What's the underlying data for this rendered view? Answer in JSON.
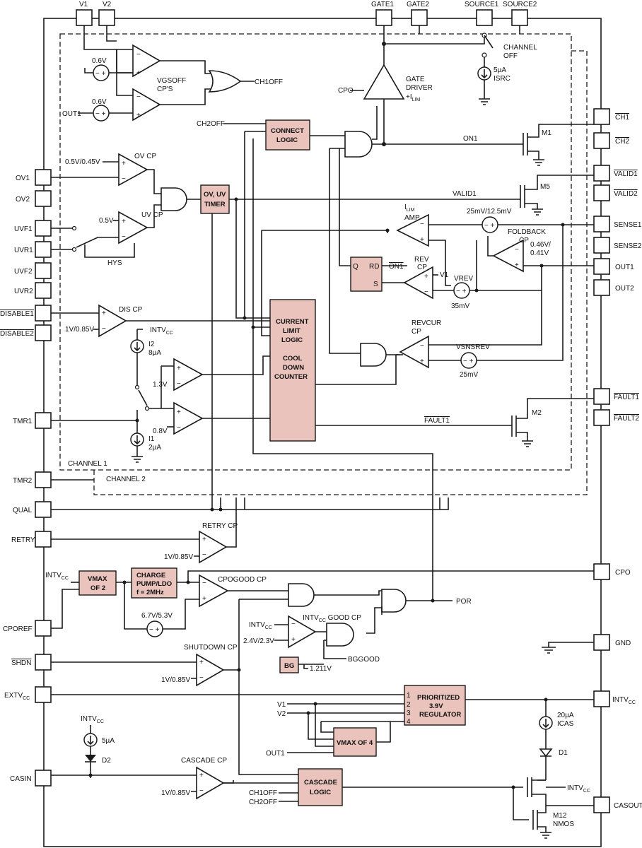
{
  "colors": {
    "block_fill": "#e9c3bc",
    "line": "#1a1a1a"
  },
  "pins": {
    "top": [
      "V1",
      "V2",
      "GATE1",
      "GATE2",
      "SOURCE1",
      "SOURCE2"
    ],
    "left": [
      "OV1",
      "OV2",
      "UVF1",
      "UVR1",
      "UVF2",
      "UVR2",
      "DISABLE1",
      "DISABLE2",
      "TMR1",
      "TMR2",
      "QUAL",
      "RETRY",
      "CPOREF",
      "SHDN",
      "EXTVCC",
      "CASIN"
    ],
    "right": [
      "CH1",
      "CH2",
      "VALID1",
      "VALID2",
      "SENSE1",
      "SENSE2",
      "OUT1",
      "OUT2",
      "FAULT1",
      "FAULT2",
      "CPO",
      "GND",
      "INTVCC",
      "CASOUT"
    ]
  },
  "blocks": {
    "connect_logic": [
      "CONNECT",
      "LOGIC"
    ],
    "ov_uv_timer": [
      "OV, UV",
      "TIMER"
    ],
    "current_limit": [
      "CURRENT",
      "LIMIT",
      "LOGIC",
      "",
      "COOL",
      "DOWN",
      "COUNTER"
    ],
    "rs_latch": {
      "q": "Q",
      "rd": "RD",
      "s": "S"
    },
    "vmax2": [
      "VMAX",
      "OF 2"
    ],
    "charge_pump": [
      "CHARGE",
      "PUMP/LDO",
      "f = 2MHz"
    ],
    "bg": "BG",
    "regulator": [
      "PRIORITIZED",
      "3.9V",
      "REGULATOR"
    ],
    "regulator_inputs": [
      "1",
      "2",
      "3",
      "4"
    ],
    "vmax4": "VMAX OF 4",
    "cascade_logic": [
      "CASCADE",
      "LOGIC"
    ]
  },
  "labels": {
    "v06a": "0.6V",
    "v06b": "0.6V",
    "out1_in": "OUT1",
    "vgsoff": [
      "VGSOFF",
      "CP'S"
    ],
    "ch1off": "CH1OFF",
    "ch2off": "CH2OFF",
    "gate_driver": [
      "GATE",
      "DRIVER"
    ],
    "ilim_sym": "+I",
    "ilim_sub": "LIM",
    "cpo_in": "CPO",
    "channel_off": [
      "CHANNEL",
      "OFF"
    ],
    "isrc": [
      "5µA",
      "ISRC"
    ],
    "ov_v": "0.5V/0.45V",
    "ov_cp": "OV CP",
    "uv_v": "0.5V",
    "uv_cp": "UV CP",
    "hys": "HYS",
    "on1": "ON1",
    "m1": "M1",
    "valid1": "VALID1",
    "m5": "M5",
    "ilim_amp_a": "I",
    "ilim_amp_b": "LIM",
    "ilim_amp_c": "AMP",
    "sense_v": "25mV/12.5mV",
    "foldback": [
      "FOLDBACK",
      "CP"
    ],
    "fold_v": [
      "0.46V/",
      "0.41V"
    ],
    "on1_bar": "ON1",
    "rev_cp": [
      "REV",
      "CP"
    ],
    "rev_v1": "V1",
    "vrev": "VREV",
    "rev_mv": "35mV",
    "dis_cp": "DIS CP",
    "dis_v": "1V/0.85V",
    "intvcc": "INTV",
    "intvcc_sub": "CC",
    "i2": [
      "I2",
      "8µA"
    ],
    "v13": "1.3V",
    "v08": "0.8V",
    "i1": [
      "I1",
      "2µA"
    ],
    "revcur": [
      "REVCUR",
      "CP"
    ],
    "vsnsrev": "VSNSREV",
    "vsns_mv": "25mV",
    "fault1": "FAULT1",
    "m2": "M2",
    "channel1": "CHANNEL 1",
    "channel2": "CHANNEL 2",
    "retry_cp": "RETRY CP",
    "retry_v": "1V/0.85V",
    "cpogood": "CPOGOOD CP",
    "cpo_v": "6.7V/5.3V",
    "por": "POR",
    "intvcc_good": "INTV",
    "intvcc_good_sub": "CC",
    "intvcc_good_rest": " GOOD CP",
    "good_intvcc": "INTV",
    "good_intvcc_sub": "CC",
    "good_v": "2.4V/2.3V",
    "bggood": "BGGOOD",
    "bg_v": "1.211V",
    "shdn_cp": "SHUTDOWN CP",
    "shdn_v": "1V/0.85V",
    "v1_in": "V1",
    "v2_in": "V2",
    "out1_vmax": "OUT1",
    "icas": [
      "20µA",
      "ICAS"
    ],
    "d1": "D1",
    "cas_intvcc": "INTV",
    "cas_intvcc_sub": "CC",
    "d2_i": "5µA",
    "d2": "D2",
    "cascade_cp": "CASCADE CP",
    "cas_v": "1V/0.85V",
    "ch1off_b": "CH1OFF",
    "ch2off_b": "CH2OFF",
    "out_intvcc": "INTV",
    "out_intvcc_sub": "CC",
    "m12": [
      "M12",
      "NMOS"
    ],
    "intvcc_left": "INTV",
    "intvcc_left_sub": "CC",
    "extvcc_sub": "CC",
    "extv": "EXTV",
    "intvcc_right": "INTV",
    "intvcc_right_sub": "CC"
  }
}
